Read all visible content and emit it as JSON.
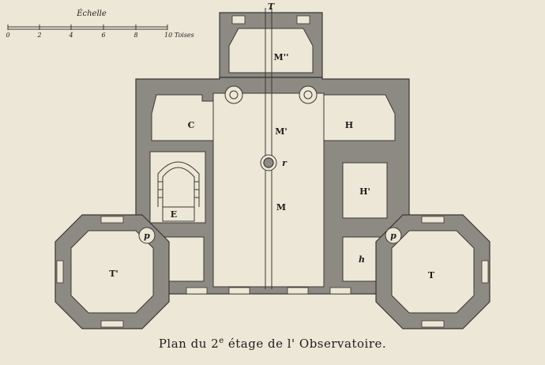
{
  "scale": {
    "title": "Échelle",
    "ticks": [
      "0",
      "2",
      "4",
      "6",
      "8",
      "10 Toises"
    ]
  },
  "labels": {
    "t": "T",
    "m2": "M''",
    "m1": "M'",
    "m": "M",
    "r": "r",
    "c": "C",
    "h": "H",
    "h1": "H'",
    "h_small": "h",
    "e": "E",
    "p_left": "p",
    "p_right": "p",
    "t1": "T'"
  },
  "caption": {
    "prefix": "Plan du 2",
    "superscript": "e",
    "suffix": " étage de l' Observatoire."
  }
}
